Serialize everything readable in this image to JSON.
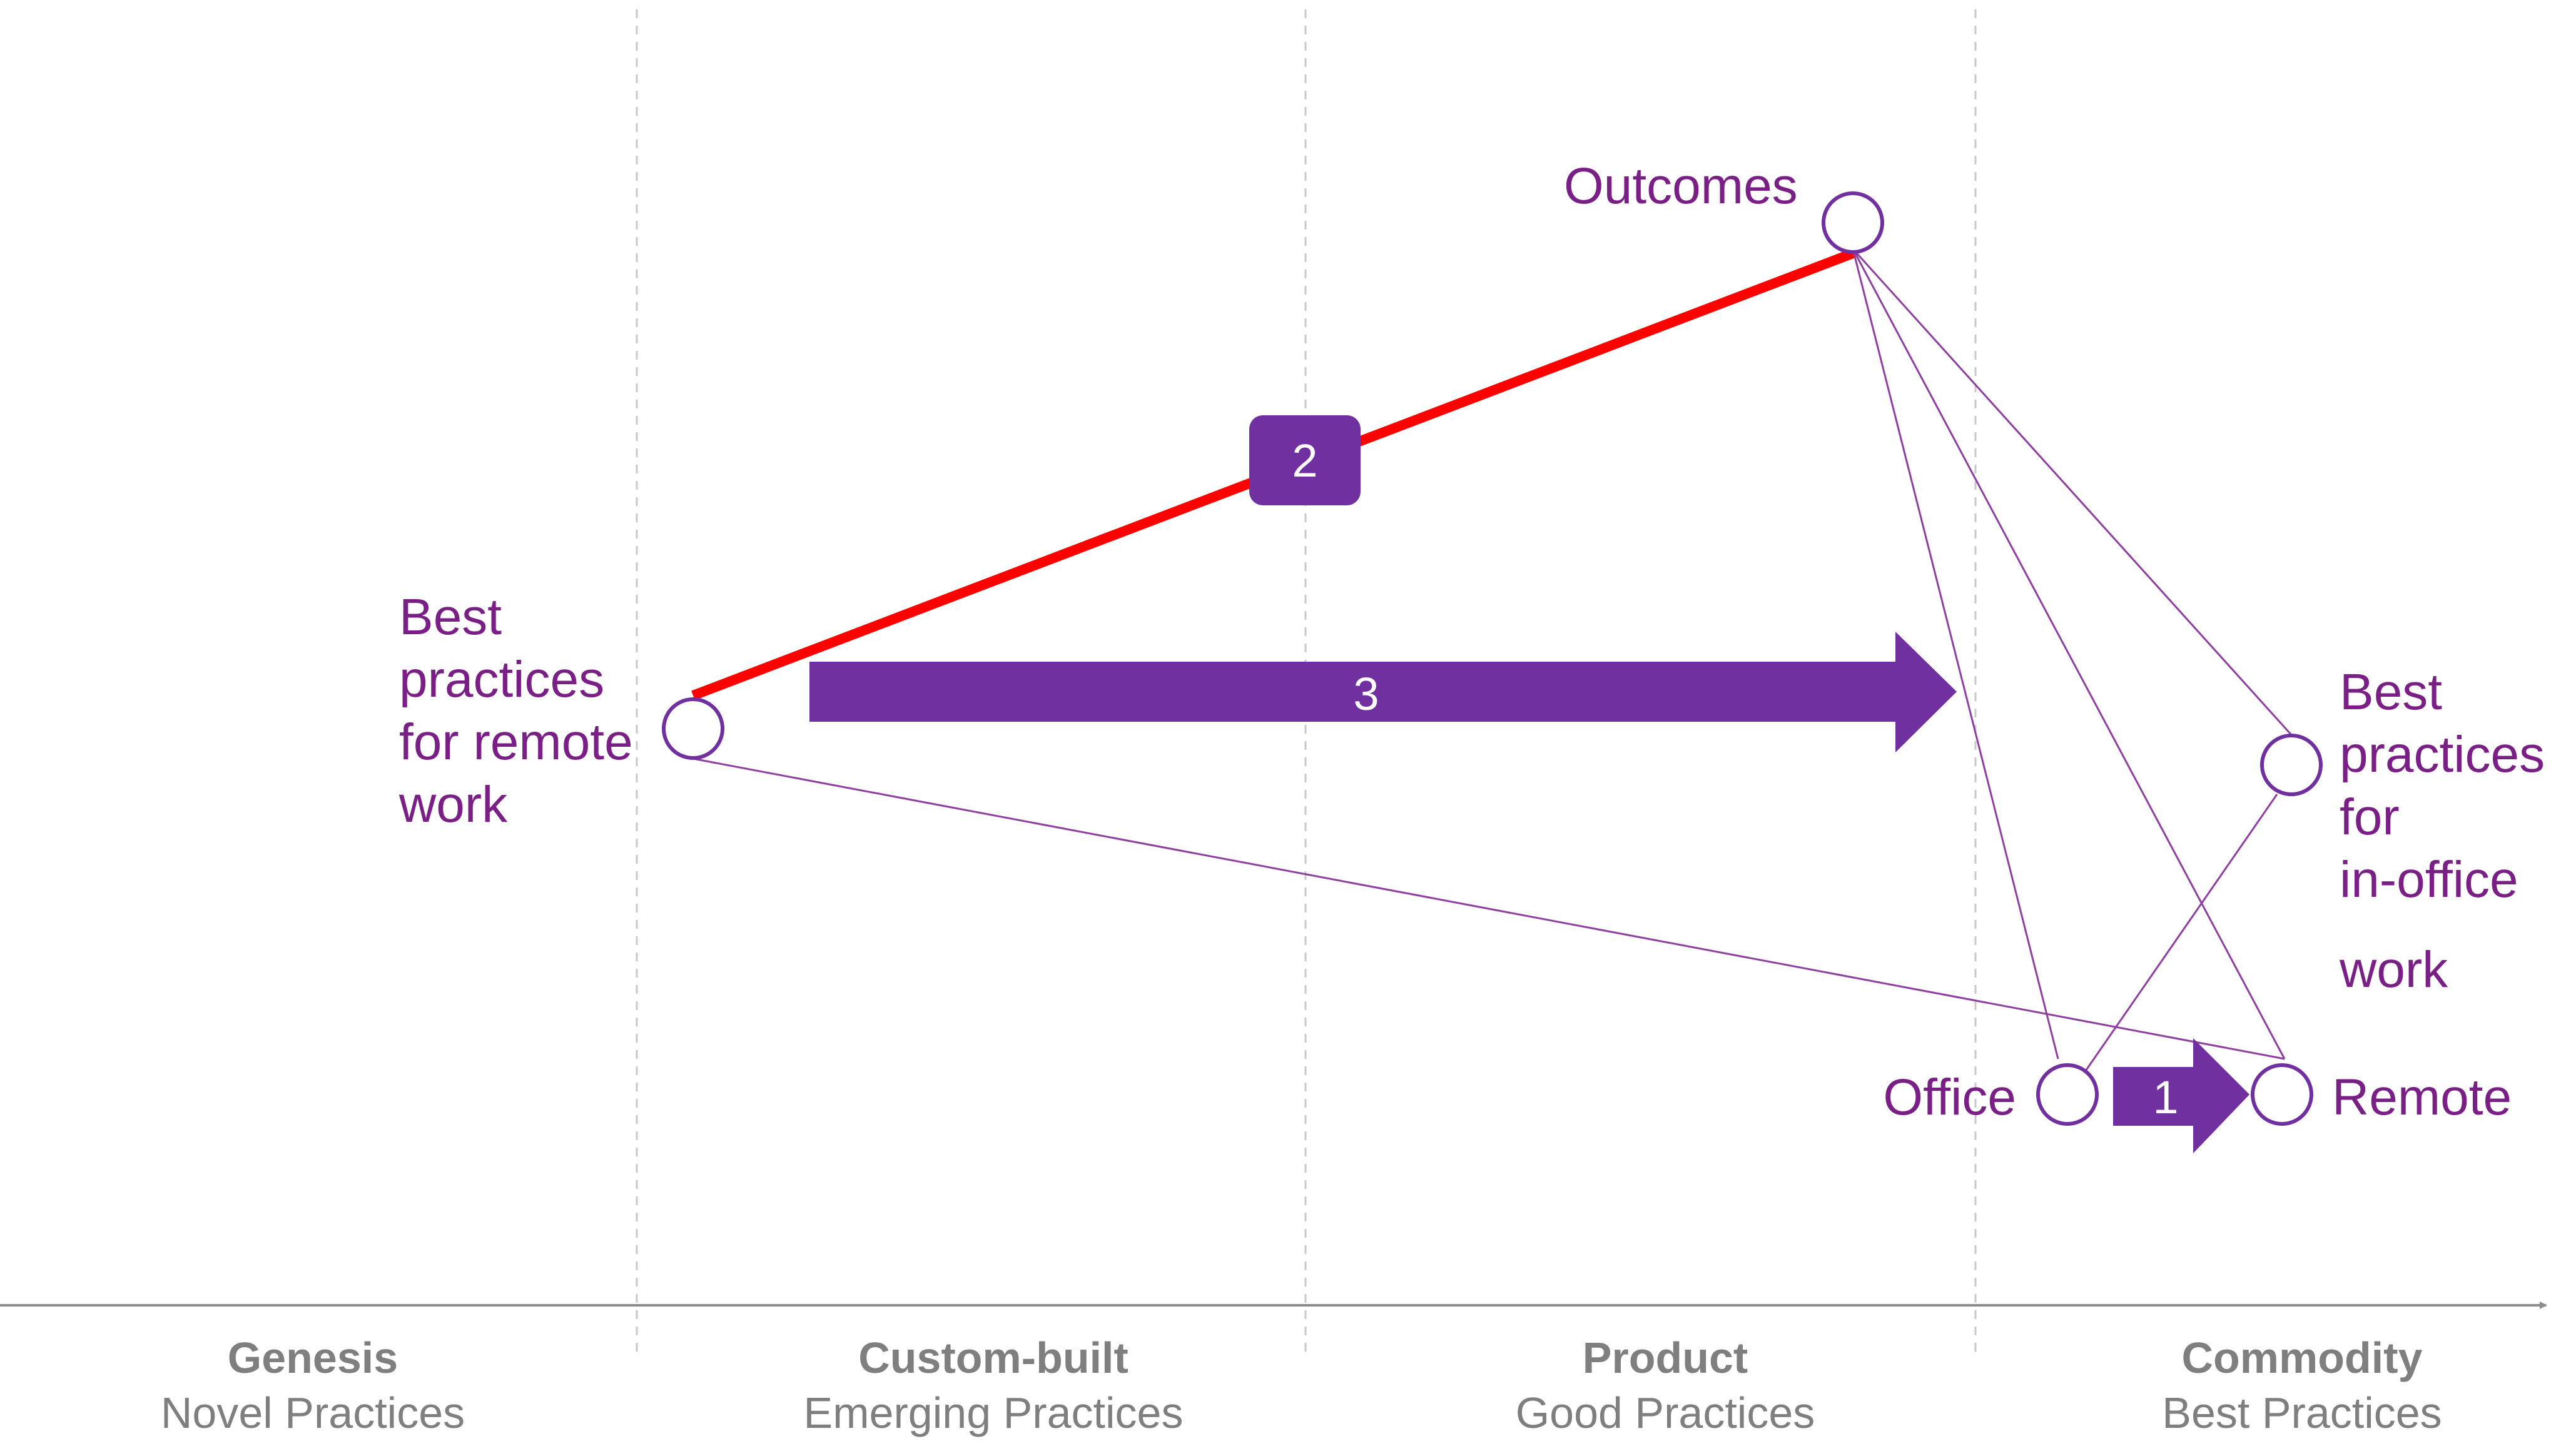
{
  "colors": {
    "accent": "#7030a0",
    "label": "#7a1f86",
    "highlight": "#ff0000",
    "axis": "#8c8c8c",
    "stage_text": "#7f7f7f"
  },
  "stages": [
    {
      "title": "Genesis",
      "subtitle": "Novel Practices"
    },
    {
      "title": "Custom-built",
      "subtitle": "Emerging Practices"
    },
    {
      "title": "Product",
      "subtitle": "Good Practices"
    },
    {
      "title": "Commodity",
      "subtitle": "Best Practices"
    }
  ],
  "nodes": {
    "outcomes": {
      "label": "Outcomes"
    },
    "remote_practices": {
      "label_lines": [
        "Best",
        "practices",
        "for remote",
        "work"
      ]
    },
    "office_practices": {
      "label_lines": [
        "Best",
        "practices",
        "for",
        "in-office",
        "work"
      ]
    },
    "office": {
      "label": "Office"
    },
    "remote": {
      "label": "Remote"
    }
  },
  "badges": {
    "step1": "1",
    "step2": "2",
    "step3": "3"
  }
}
